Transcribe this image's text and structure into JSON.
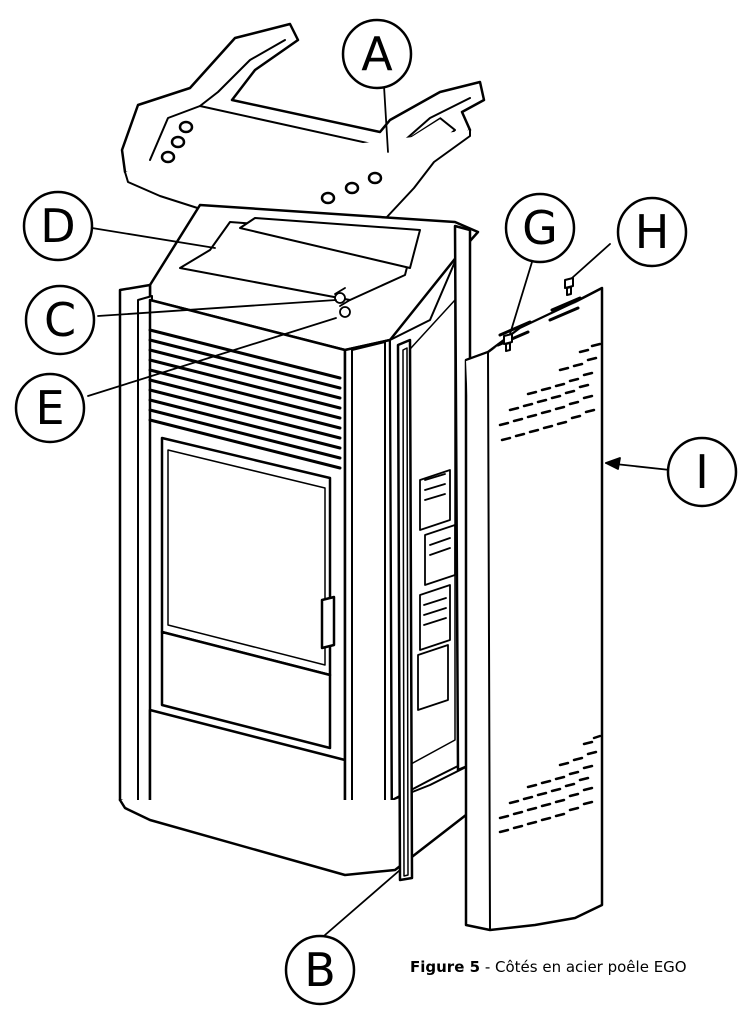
{
  "callouts": {
    "a": "A",
    "b": "B",
    "c": "C",
    "d": "D",
    "e": "E",
    "g": "G",
    "h": "H",
    "i": "I"
  },
  "caption": {
    "label": "Figure 5",
    "text": " - Côtés en acier poêle EGO"
  }
}
